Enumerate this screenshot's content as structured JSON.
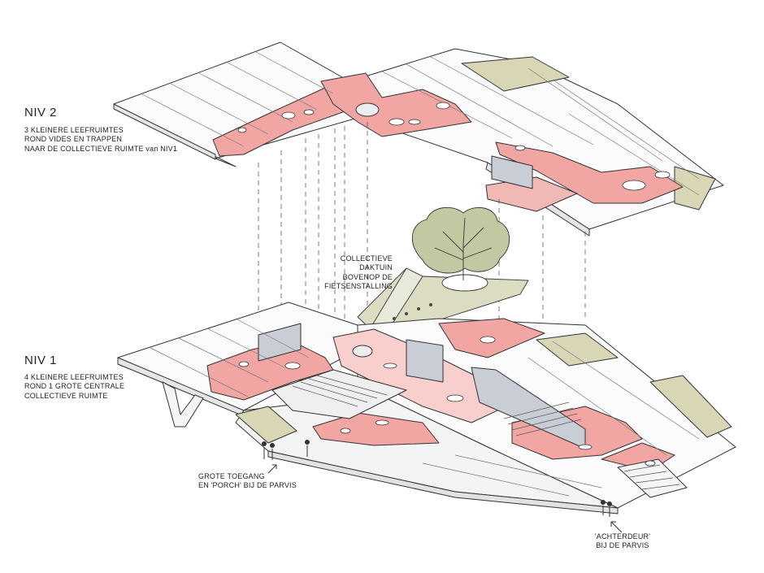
{
  "niv2": {
    "title": "NIV 2",
    "lines": [
      "3 KLEINERE LEEFRUIMTES",
      "ROND VIDES EN TRAPPEN",
      "NAAR DE COLLECTIEVE RUIMTE van NIV1"
    ]
  },
  "niv1": {
    "title": "NIV 1",
    "lines": [
      "4 KLEINERE LEEFRUIMTES",
      "ROND 1 GROTE CENTRALE",
      "COLLECTIEVE RUIMTE"
    ]
  },
  "daktuin": {
    "lines": [
      "COLLECTIEVE",
      "DAKTUIN",
      "BOVENOP DE",
      "FIETSENSTALLING"
    ]
  },
  "toegang": {
    "lines": [
      "GROTE TOEGANG",
      "EN 'PORCH' BIJ DE PARVIS"
    ]
  },
  "achterdeur": {
    "lines": [
      "'ACHTERDEUR'",
      "BIJ DE PARVIS"
    ]
  },
  "colors": {
    "pink": "#f2a6a4",
    "pink_light": "#f8cfcd",
    "olive": "#d9d6b6",
    "wall": "#c9cdd6",
    "ink": "#333333",
    "tree": "#c4c8a2"
  }
}
